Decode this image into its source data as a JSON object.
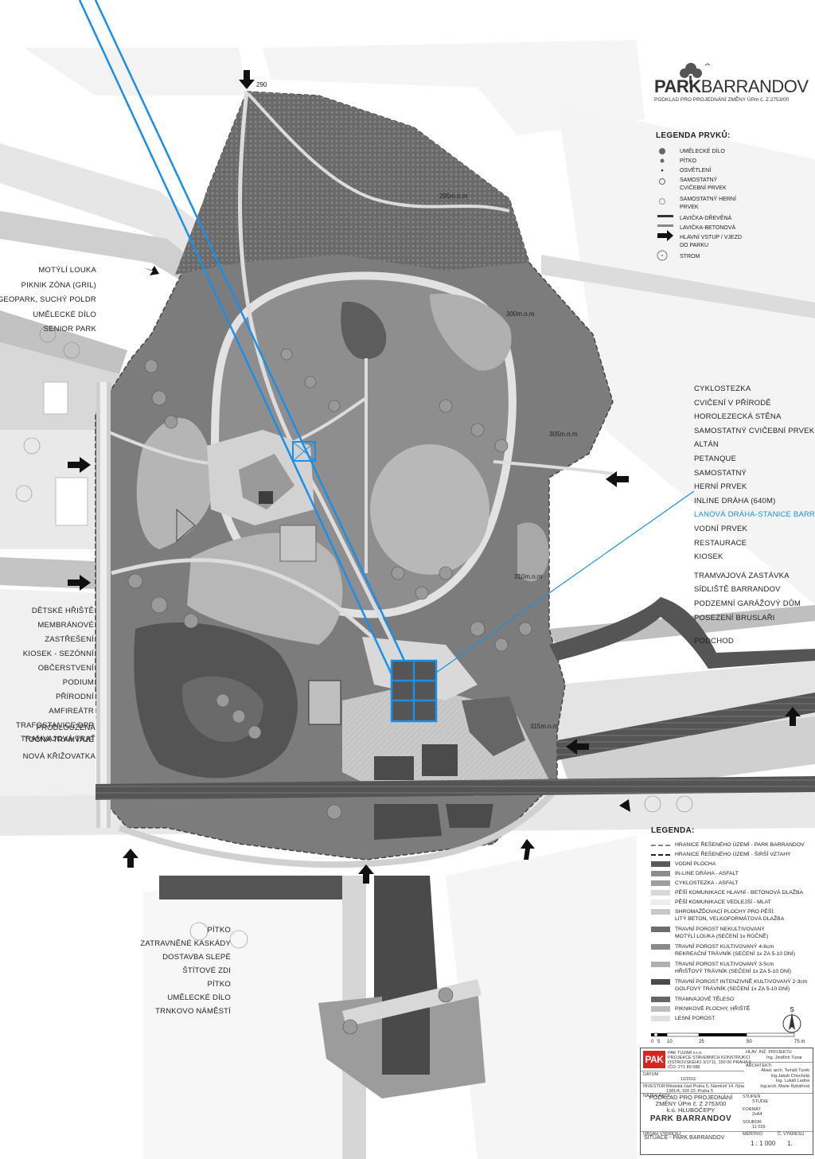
{
  "title_block": {
    "brand_bold": "PARK",
    "brand_rest": "BARRANDOV",
    "subtitle": "PODKLAD PRO PROJEDNÁNÍ ZMĚNY ÚPm č. Z 2753/00"
  },
  "legend_elements": {
    "heading": "LEGENDA PRVKŮ:",
    "items": [
      {
        "label": "UMĚLECKÉ DÍLO",
        "icon": "art-icon"
      },
      {
        "label": "PÍTKO",
        "icon": "fountain-icon"
      },
      {
        "label": "OSVĚTLENÍ",
        "icon": "light-icon"
      },
      {
        "label": "SAMOSTATNÝ\nCVIČEBNÍ PRVEK",
        "icon": "exercise-icon"
      },
      {
        "label": "SAMOSTATNÝ HERNÍ\nPRVEK",
        "icon": "play-icon"
      },
      {
        "label": "LAVIČKA-DŘEVĚNÁ",
        "icon": "bench-wood-icon"
      },
      {
        "label": "LAVIČKA-BETONOVÁ",
        "icon": "bench-concrete-icon"
      },
      {
        "label": "HLAVNÍ VSTUP / VJEZD\nDO PARKU",
        "icon": "entrance-arrow-icon"
      },
      {
        "label": "STROM",
        "icon": "tree-icon"
      }
    ]
  },
  "labels_left_top": [
    "MOTÝLÍ LOUKA",
    "PIKNIK ZÓNA (GRIL)",
    "GEOPARK, SUCHÝ POLDR",
    "UMĚLECKÉ DÍLO",
    "SENIOR PARK"
  ],
  "labels_left_mid": [
    "DĚTSKÉ HŘIŠTĚ",
    "MEMBRÁNOVÉ",
    "ZASTŘEŠENÍ",
    "KIOSEK - SEZÓNNÍ",
    "OBČERSTVENÍ",
    "PODIUM",
    "PŘÍRODNÍ",
    "AMFIREÁTR",
    "TRAFOSTANICE DPP",
    "TOČNA TRAMVAJE"
  ],
  "labels_left_low": [
    "PRODLOUŽENÁ",
    "TRAMVAJOVÁ TRAŤ",
    "NOVÁ KŘIŽOVATKA"
  ],
  "labels_bottom": [
    "PÍTKO",
    "ZATRAVNĚNÉ KASKÁDY",
    "DOSTAVBA SLEPÉ",
    "ŠTÍTOVÉ ZDI",
    "PÍTKO",
    "UMĚLECKÉ DÍLO",
    "TRNKOVO NÁMĚSTÍ"
  ],
  "labels_right": [
    "CYKLOSTEZKA",
    "CVIČENÍ V PŘÍRODĚ",
    "HOROLEZECKÁ STĚNA",
    "SAMOSTATNÝ CVIČEBNÍ PRVEK",
    "ALTÁN",
    "PETANQUE",
    "SAMOSTATNÝ",
    "HERNÍ PRVEK",
    "INLINE DRÁHA (640M)",
    "LANOVÁ DRÁHA-STANICE BARRANDOV",
    "VODNÍ PRVEK",
    "RESTAURACE",
    "KIOSEK",
    "TRAMVAJOVÁ ZASTÁVKA",
    "SÍDLIŠTĚ BARRANDOV",
    "PODZEMNÍ GARÁŽOVÝ DŮM",
    "POSEZENÍ BRUSLAŘI",
    "PODCHOD"
  ],
  "elevations": [
    "290",
    "295m.n.m",
    "300m.n.m",
    "305m.n.m",
    "310m.n.m",
    "315m.n.m"
  ],
  "legend_main": {
    "heading": "LEGENDA:",
    "items": [
      {
        "label": "HRANICE ŘEŠENÉHO ÚZEMÍ - PARK BARRANDOV",
        "swatch": "dash-grey"
      },
      {
        "label": "HRANICE ŘEŠENÉHO ÚZEMÍ - ŠIRŠÍ VZTAHY",
        "swatch": "dash-black"
      },
      {
        "label": "VODNÍ PLOCHA",
        "swatch": "#5a5a5a"
      },
      {
        "label": "IN-LINE DRÁHA - ASFALT",
        "swatch": "#8c8c8c"
      },
      {
        "label": "CYKLOSTEZKA - ASFALT",
        "swatch": "#9e9e9e"
      },
      {
        "label": "PĚŠÍ KOMUNIKACE HLAVNÍ - BETONOVÁ DLAŽBA",
        "swatch": "#d9d9d9"
      },
      {
        "label": "PĚŠÍ KOMUNIKACE VEDLEJŠÍ - MLAT",
        "swatch": "#ececec"
      },
      {
        "label": "SHROMAŽĎOVACÍ PLOCHY PRO PĚŠÍ:\nLITÝ BETON, VELKOFORMÁTOVÁ DLAŽBA",
        "swatch": "#c8c8c8"
      },
      {
        "label": "TRAVNÍ POROST NEKULTIVOVANÝ\nMOTÝLÍ LOUKA (SEČENÍ 1x ROČNĚ)",
        "swatch": "#6e6e6e"
      },
      {
        "label": "TRAVNÍ POROST KULTIVOVANÝ 4-6cm\nREKREAČNÍ TRÁVNÍK (SEČENÍ 1x ZA 5-10 DNÍ)",
        "swatch": "#8a8a8a"
      },
      {
        "label": "TRAVNÍ POROST KULTIVOVANÝ 3-5cm\nHŘIŠŤOVÝ TRÁVNÍK (SEČENÍ 1x ZA 5-10 DNÍ)",
        "swatch": "#b0b0b0"
      },
      {
        "label": "TRAVNÍ POROST INTENZIVNĚ KULTIVOVANÝ 2-3cm\nGOLFOVÝ TRÁVNÍK (SEČENÍ 1x ZA 5-10 DNÍ)",
        "swatch": "#4a4a4a"
      },
      {
        "label": "TRAMVAJOVÉ TĚLESO",
        "swatch": "#666666"
      },
      {
        "label": "PIKNIKOVÉ PLOCHY, HŘIŠTĚ",
        "swatch": "#bdbdbd"
      },
      {
        "label": "LESNÍ POROST",
        "swatch": "#e0e0e0"
      }
    ]
  },
  "north_label": "S",
  "scale_bar": {
    "ticks": [
      "0",
      "5",
      "10",
      "25",
      "50",
      "75 m"
    ]
  },
  "stamp": {
    "logo": "PAK",
    "firm_lines": [
      "PAK TUZAR s.r.o.",
      "PROJEKCE STAVEBNÍCH KONSTRUKCÍ",
      "OSTROVSKÉHO 3/1711, 150 00 PRAHA 5",
      "IČO: 271 89 088"
    ],
    "hip_label": "HLAV. INŽ. PROJEKTU",
    "hip_name": "Ing. Jindřich Tuzar",
    "architects_label": "ARCHITEKTI",
    "architects": [
      "Akad. arch. Tomáš Turek",
      "Ing.Jakub Chocholá",
      "Ing. Lukáš Ladna",
      "Ing.arch. Marie Rybářová"
    ],
    "date_label": "DATUM",
    "date_value": "12/2011",
    "investor_label": "INVESTOR",
    "investor_value": "Městská část Praha 5, Náměstí 14. října\n1381/4, 150 22, Praha 5",
    "stage_label": "STUPEŇ",
    "stage_value": "STUDIE",
    "format_label": "FORMÁT",
    "format_value": "2xA4",
    "file_label": "SOUBOR",
    "file_value": "11 039",
    "job_label": "NÁZEV AKCE",
    "title_lines": [
      "PODKLAD PRO PROJEDNÁNÍ",
      "ZMĚNY ÚPm č. Z 2753/00",
      "k.ú. HLUBOČEPY"
    ],
    "title_main": "PARK BARRANDOV",
    "drawing_label": "OBSAH VÝKRESU",
    "drawing_title": "SITUACE - PARK BARRANDOV",
    "scale_label": "MĚŘÍTKO",
    "scale_value": "1 : 1 000",
    "no_label": "Č. VÝKRESU",
    "no_value": "1."
  },
  "colors": {
    "cable_car": "#1b8fe6",
    "park_dark": "#6b6b6b",
    "park_mid": "#8a8a8a",
    "paths": "#dcdcdc"
  }
}
